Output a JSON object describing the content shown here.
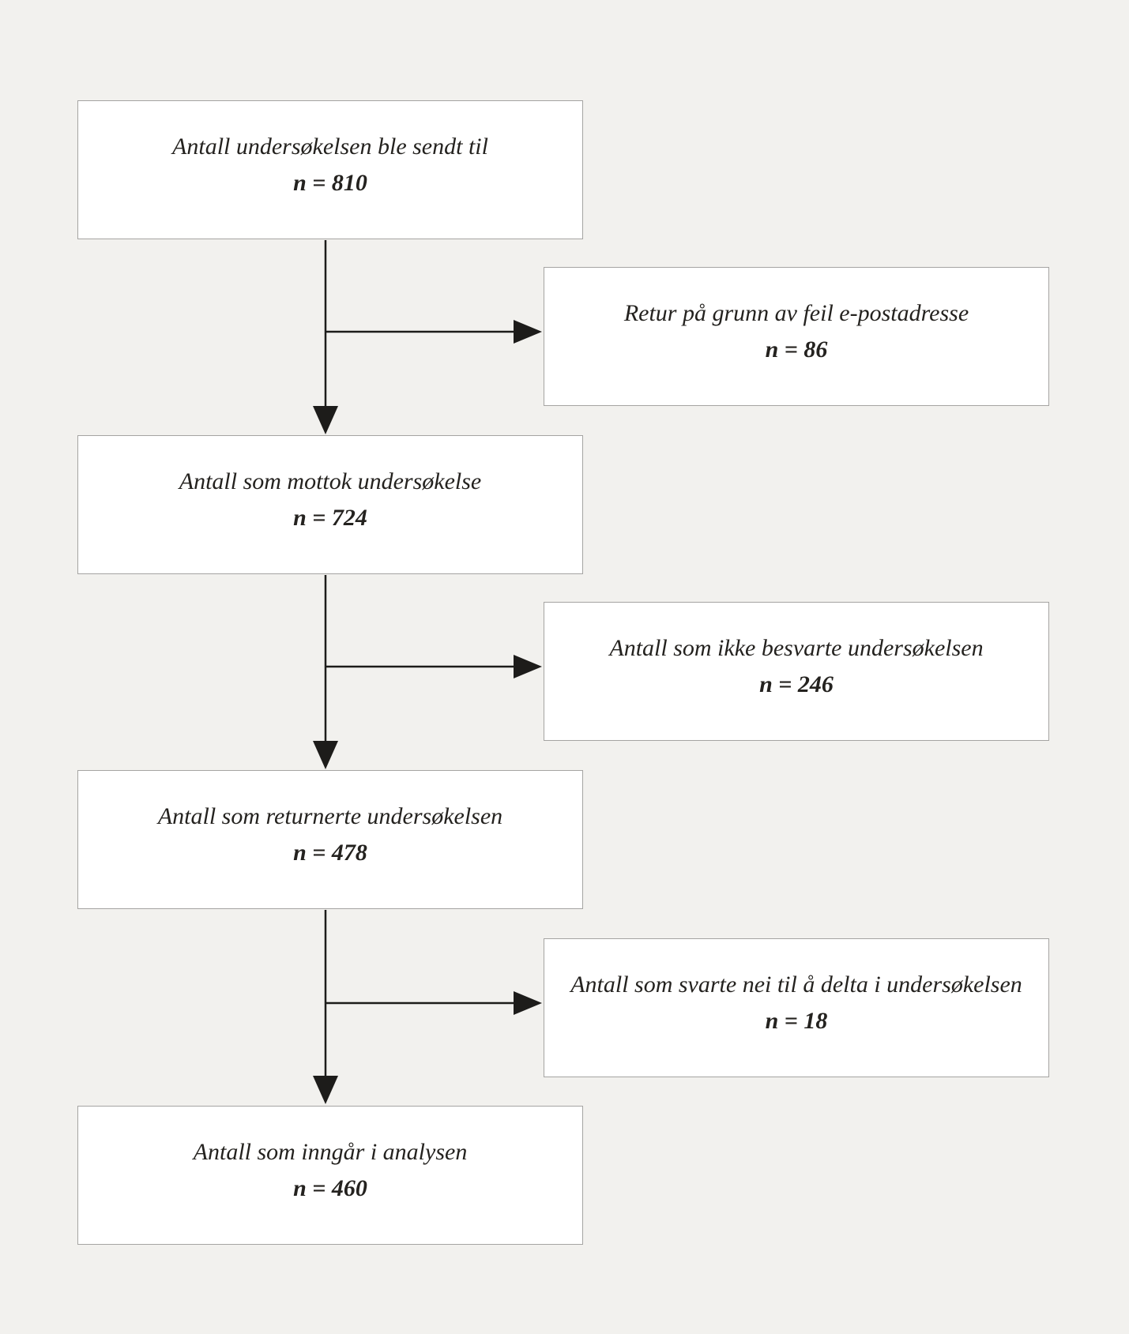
{
  "flowchart": {
    "description": "Survey participation flow diagram (Norwegian)",
    "colors": {
      "background": "#f2f1ee",
      "box_fill": "#ffffff",
      "box_border": "#a5a4a2",
      "arrow": "#1d1c1a",
      "text": "#24221f"
    },
    "nodes": [
      {
        "id": "sent",
        "column": "left",
        "label": "Antall undersøkelsen ble sendt til",
        "n_text": "n = 810",
        "n_value": 810
      },
      {
        "id": "bounced",
        "column": "right",
        "label": "Retur på grunn av feil e-postadresse",
        "n_text": "n = 86",
        "n_value": 86
      },
      {
        "id": "received",
        "column": "left",
        "label": "Antall som mottok undersøkelse",
        "n_text": "n = 724",
        "n_value": 724
      },
      {
        "id": "no-response",
        "column": "right",
        "label": "Antall som ikke besvarte undersøkelsen",
        "n_text": "n = 246",
        "n_value": 246
      },
      {
        "id": "returned",
        "column": "left",
        "label": "Antall som returnerte undersøkelsen",
        "n_text": "n = 478",
        "n_value": 478
      },
      {
        "id": "declined",
        "column": "right",
        "label": "Antall som svarte nei til å delta i  undersøkelsen",
        "n_text": "n = 18",
        "n_value": 18
      },
      {
        "id": "analyzed",
        "column": "left",
        "label": "Antall som inngår i analysen",
        "n_text": "n = 460",
        "n_value": 460
      }
    ],
    "edges": [
      {
        "from": "sent",
        "to": "received",
        "type": "down"
      },
      {
        "from": "sent",
        "to": "bounced",
        "type": "branch-right"
      },
      {
        "from": "received",
        "to": "returned",
        "type": "down"
      },
      {
        "from": "received",
        "to": "no-response",
        "type": "branch-right"
      },
      {
        "from": "returned",
        "to": "analyzed",
        "type": "down"
      },
      {
        "from": "returned",
        "to": "declined",
        "type": "branch-right"
      }
    ]
  }
}
